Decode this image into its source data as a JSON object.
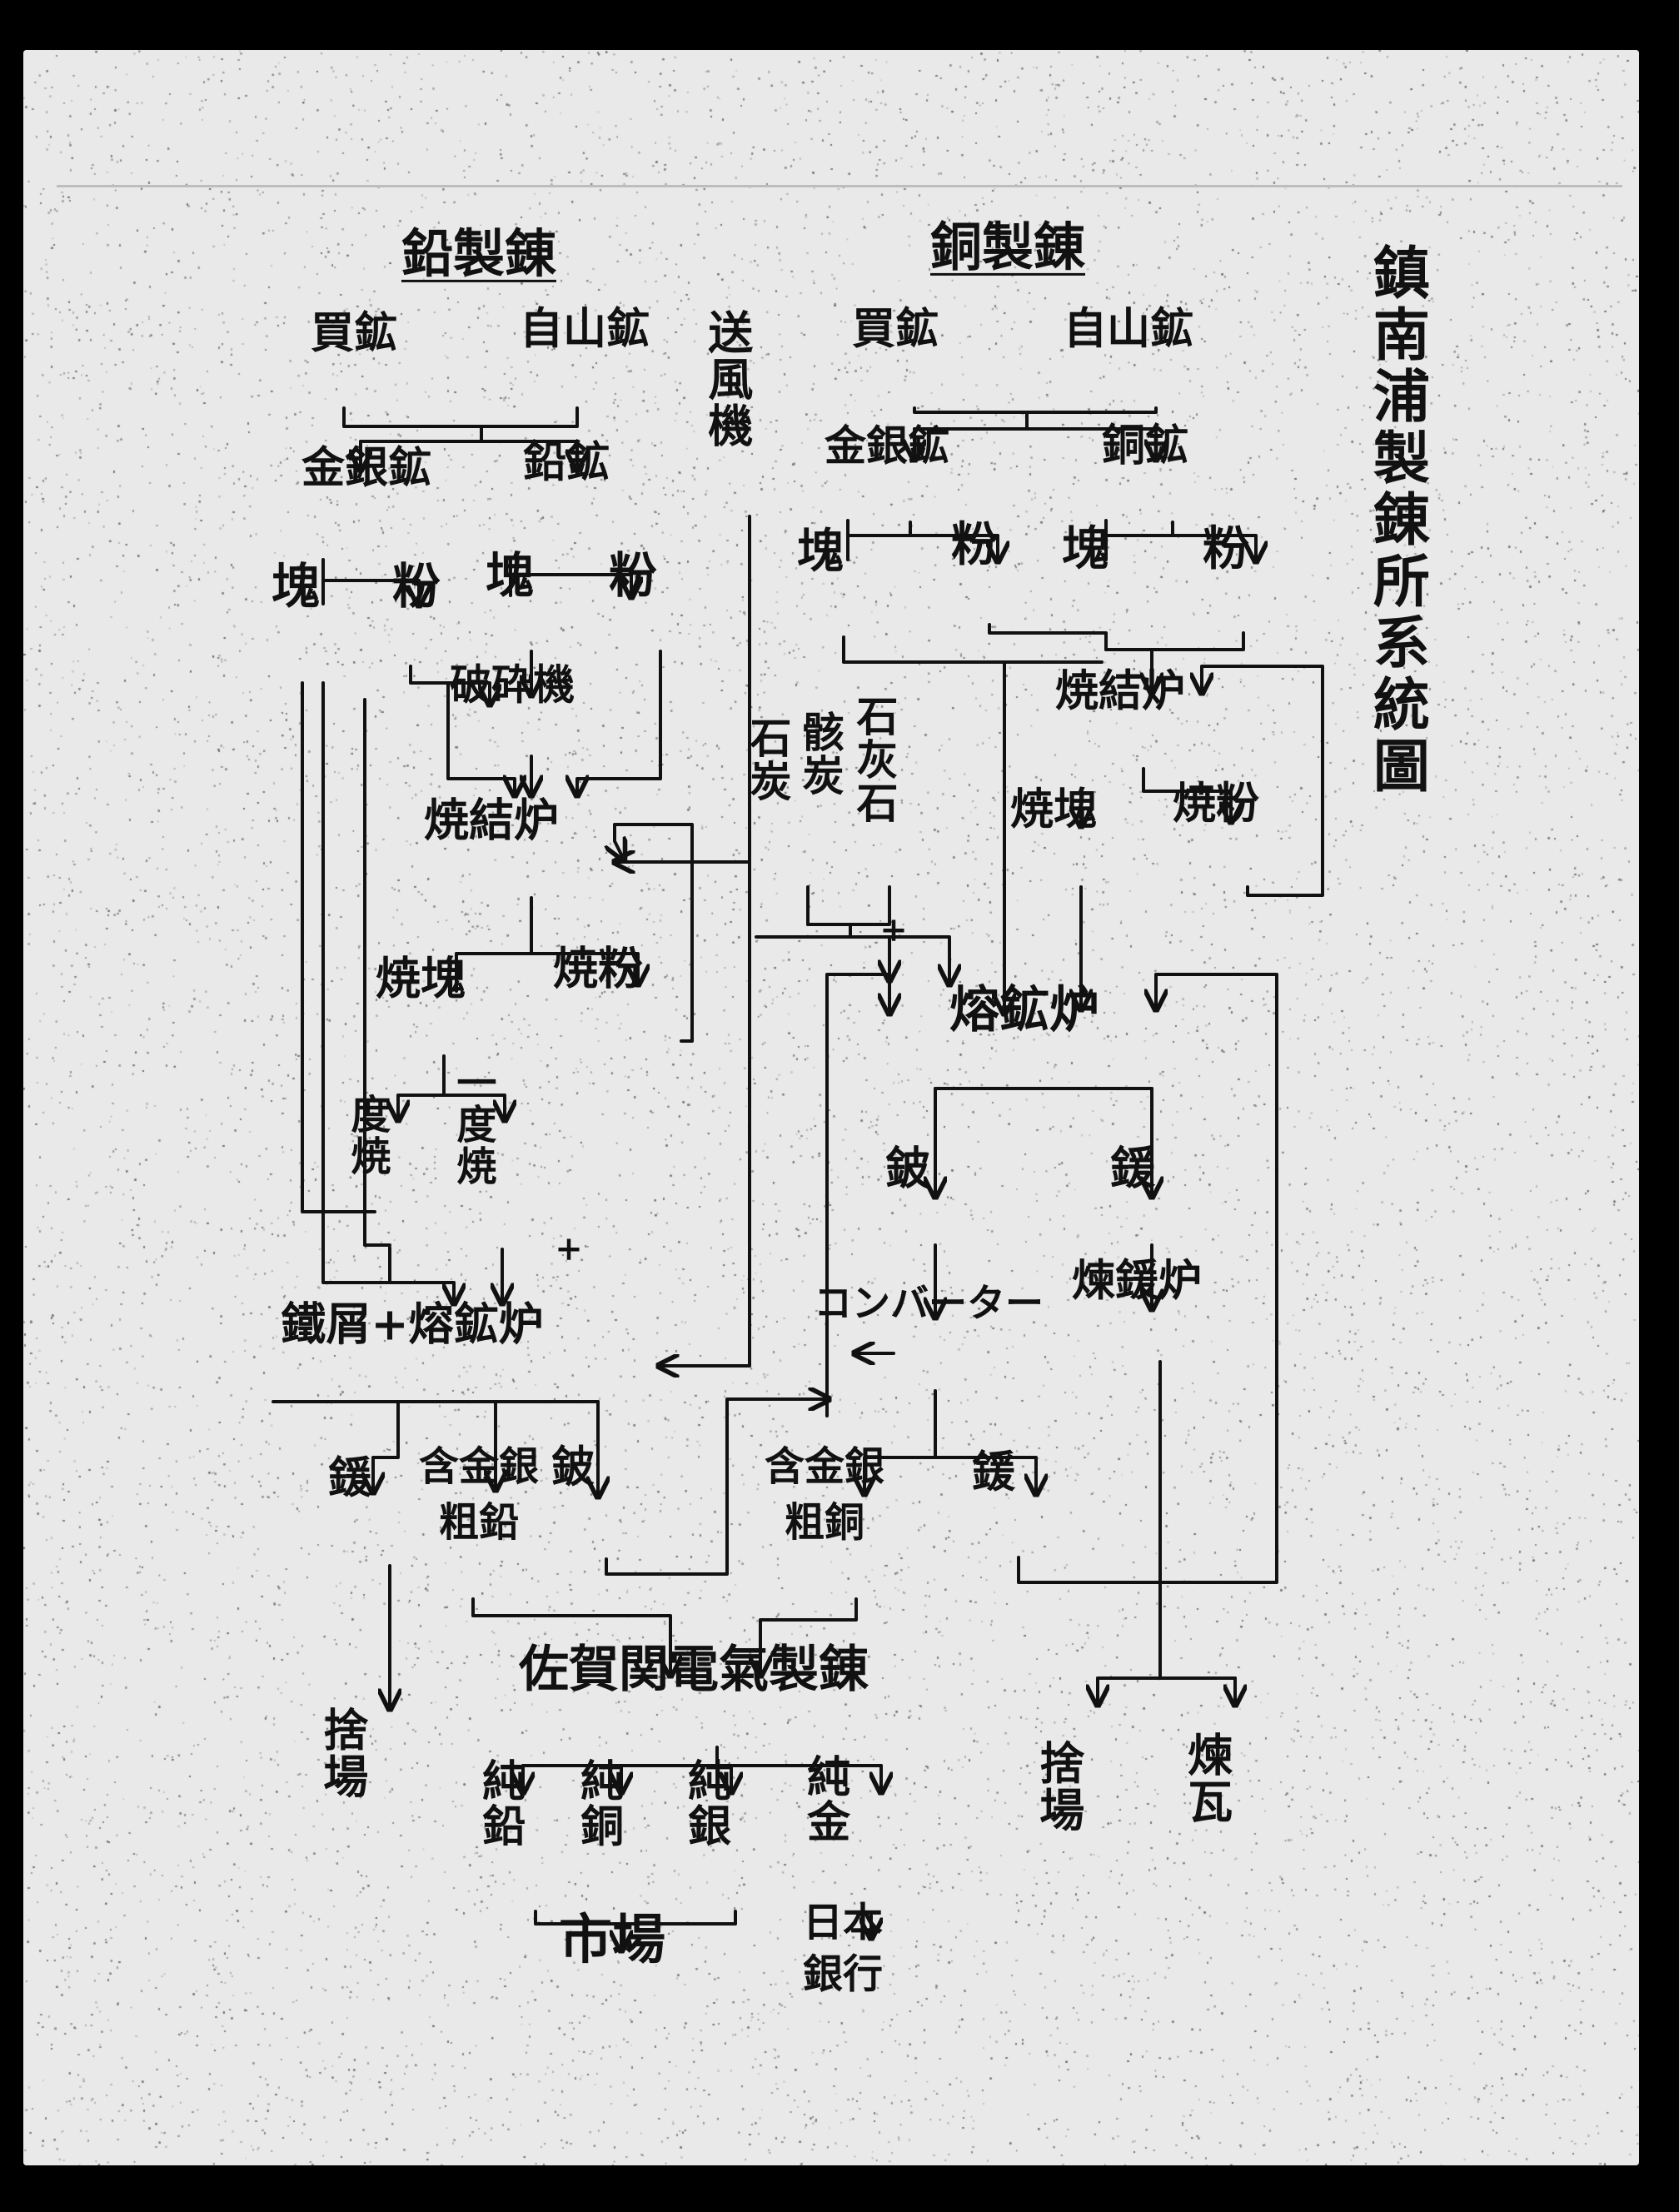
{
  "page_title": "鎮南浦製錬所系統圖",
  "sections": {
    "lead": {
      "title": "鉛製錬",
      "bought_ore": "買鉱",
      "own_mine_ore": "自山鉱",
      "gold_silver_ore": "金銀鉱",
      "lead_ore": "鉛鉱",
      "lump_1": "塊",
      "powder_1": "粉",
      "lump_2": "塊",
      "powder_2": "粉",
      "crusher": "破砕機",
      "sinter_furnace": "焼結炉",
      "sintered_lump": "焼塊",
      "sintered_powder": "焼粉",
      "degree_sinter_1": "度焼",
      "degree_sinter_2": "一度焼",
      "smelter": "鐵屑+熔鉱炉",
      "slag": "鍰",
      "crude_lead": "含金銀粗鉛",
      "matte": "鈹",
      "dump": "捨場"
    },
    "copper": {
      "title": "銅製錬",
      "bought_ore": "買鉱",
      "own_mine_ore": "自山鉱",
      "gold_silver_ore": "金銀鉱",
      "copper_ore": "銅鉱",
      "lump_1": "塊",
      "powder_1": "粉",
      "lump_2": "塊",
      "powder_2": "粉",
      "sinter_furnace": "焼結炉",
      "sintered_lump": "焼塊",
      "sintered_powder": "焼粉",
      "smelter": "熔鉱炉",
      "matte": "鈹",
      "slag": "鍰",
      "converter": "コンバーター",
      "slag_furnace": "煉鍰炉",
      "crude_copper": "含金銀粗銅",
      "converter_slag": "鍰",
      "dump": "捨場",
      "brick": "煉瓦"
    },
    "blower": "送風機",
    "flux": {
      "coal": "石炭",
      "coke": "骸炭",
      "limestone": "石灰石"
    },
    "plus_marks": [
      "+",
      "+"
    ],
    "refinery": {
      "name": "佐賀関電氣製錬",
      "pure_lead": "純鉛",
      "pure_copper": "純銅",
      "pure_silver": "純銀",
      "pure_gold": "純金",
      "market": "市場",
      "bank_of_japan": "日本銀行"
    }
  }
}
